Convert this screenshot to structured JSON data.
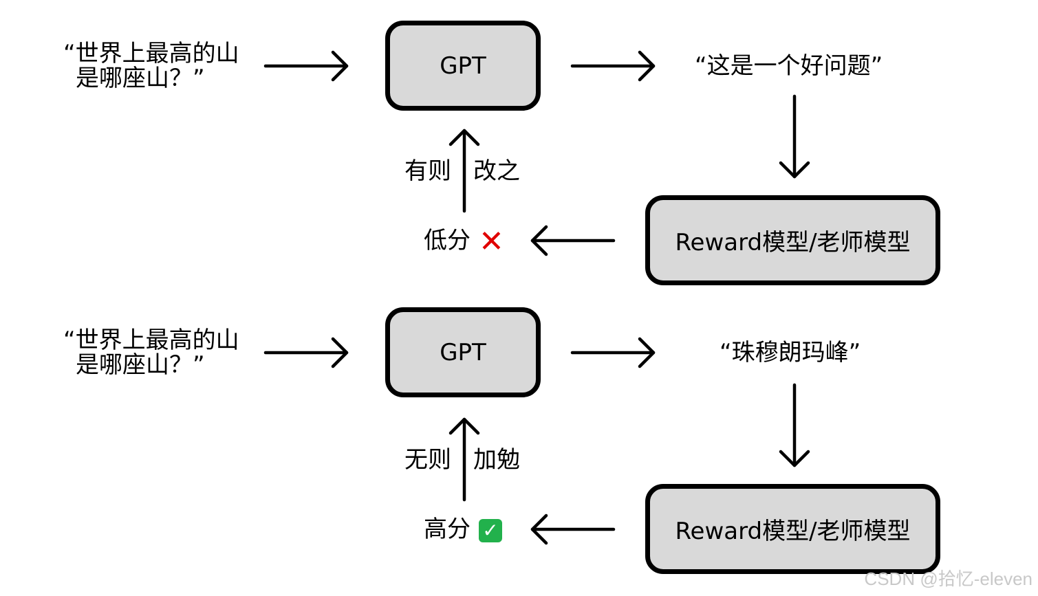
{
  "panels": [
    {
      "question": [
        "“世界上最高的山",
        "是哪座山？”"
      ],
      "model": "GPT",
      "answer": "“这是一个好问题”",
      "reward_model": "Reward模型/老师模型",
      "score": "低分",
      "verdict_icon": "red-cross-icon",
      "feedback_left": "有则",
      "feedback_right": "改之"
    },
    {
      "question": [
        "“世界上最高的山",
        "是哪座山？”"
      ],
      "model": "GPT",
      "answer": "“珠穆朗玛峰”",
      "reward_model": "Reward模型/老师模型",
      "score": "高分",
      "verdict_icon": "green-check-icon",
      "feedback_left": "无则",
      "feedback_right": "加勉"
    }
  ],
  "watermark": "CSDN @拾忆-eleven",
  "colors": {
    "box_fill": "#d9d9d9",
    "stroke": "#000000",
    "cross": "#e00000",
    "check": "#22b14c",
    "watermark": "#c8c8c8"
  }
}
